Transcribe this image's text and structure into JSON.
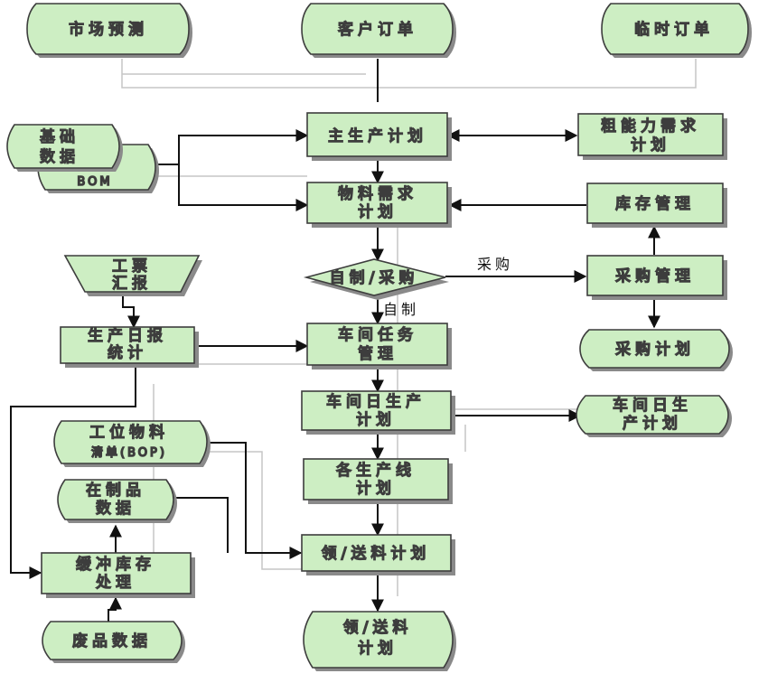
{
  "colors": {
    "fill": "#cdeec3",
    "stroke": "#3d3d3d",
    "shadow": "#8a8a8a",
    "line": "#111111",
    "faint_line": "#c6c6c6",
    "background": "#ffffff"
  },
  "nodes": {
    "market_forecast": "市场预测",
    "customer_orders": "客户订单",
    "temporary_orders": "临时订单",
    "base_data": [
      "基础",
      "数据"
    ],
    "bom": "BOM",
    "master_plan": "主生产计划",
    "rough_capacity": [
      "粗能力需求",
      "计划"
    ],
    "mrp": [
      "物料需求",
      "计划"
    ],
    "inventory_mgmt": "库存管理",
    "make_or_buy": "自制/采购",
    "purchase_mgmt": "采购管理",
    "purchase_plan": "采购计划",
    "work_ticket": [
      "工票",
      "汇报"
    ],
    "daily_stats": [
      "生产日报",
      "统计"
    ],
    "workshop_task": [
      "车间任务",
      "管理"
    ],
    "workshop_daily_plan": [
      "车间日生产",
      "计划"
    ],
    "workshop_daily_doc": [
      "车间日生",
      "产计划"
    ],
    "bop": [
      "工位物料",
      "清单(BOP)"
    ],
    "line_plan": [
      "各生产线",
      "计划"
    ],
    "wip_data": [
      "在制品",
      "数据"
    ],
    "buffer_inventory": [
      "缓冲库存",
      "处理"
    ],
    "scrap_data": "废品数据",
    "issue_plan": "领/送料计划",
    "issue_plan_doc": [
      "领/送料",
      "计划"
    ]
  },
  "edge_labels": {
    "purchase": "采购",
    "self_made": "自制"
  }
}
